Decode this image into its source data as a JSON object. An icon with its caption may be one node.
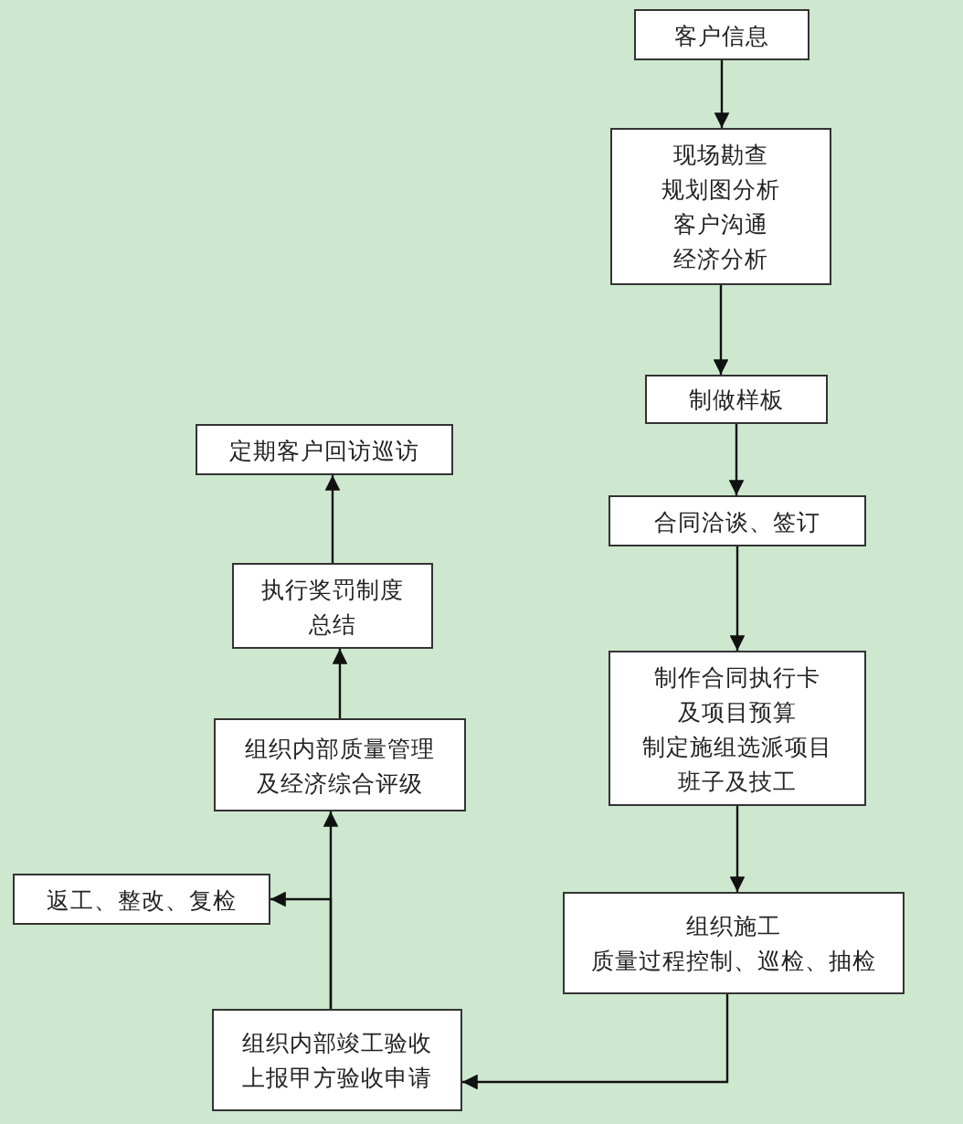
{
  "diagram": {
    "nodes": [
      {
        "text": [
          "客户信息"
        ]
      },
      {
        "text": [
          "现场勘查规划图分析客户沟通经济分析"
        ]
      },
      {
        "text": [
          "制做样板"
        ]
      },
      {
        "text": [
          "合同洽谈、签订"
        ]
      },
      {
        "text": [
          "制作合同执行卡及项目预算制定施组选派项目班子及技工"
        ]
      },
      {
        "text": [
          "组织施工",
          "质量过程控制、巡检、抽检"
        ]
      },
      {
        "text": [
          "组织内部竣工验收上报甲方验收申请"
        ]
      },
      {
        "text": [
          "返工、整改、复检"
        ]
      },
      {
        "text": [
          "组织内部质量管理及经济综合评级"
        ]
      },
      {
        "text": [
          "执行奖罚制度总结"
        ]
      },
      {
        "text": [
          "定期客户回访巡访"
        ]
      }
    ],
    "edges": [
      {
        "from": 0,
        "to": 1,
        "arrow": "to"
      },
      {
        "from": 1,
        "to": 2,
        "arrow": "to"
      },
      {
        "from": 2,
        "to": 3,
        "arrow": "to"
      },
      {
        "from": 3,
        "to": 4,
        "arrow": "to"
      },
      {
        "from": 4,
        "to": 5,
        "arrow": "to"
      },
      {
        "from": 5,
        "to": 6,
        "arrow": "to"
      },
      {
        "from": 6,
        "to": 8,
        "arrow": "to"
      },
      {
        "from": 6,
        "to": 7,
        "arrow": "to"
      },
      {
        "from": 8,
        "to": 9,
        "arrow": "to"
      },
      {
        "from": 9,
        "to": 10,
        "arrow": "to"
      }
    ]
  }
}
